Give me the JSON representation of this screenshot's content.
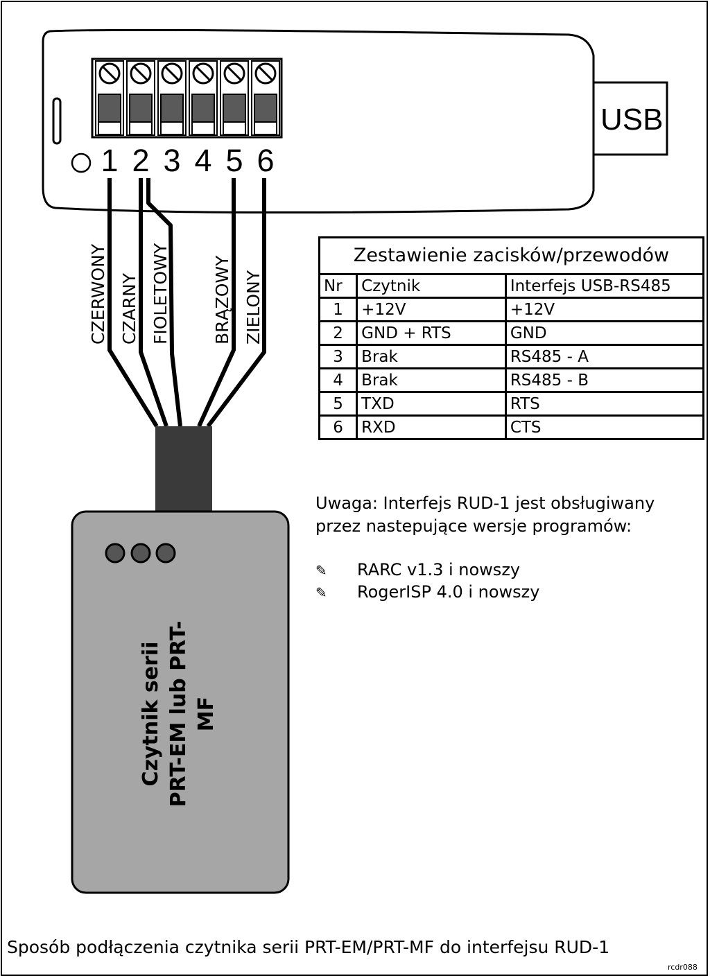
{
  "usb_label": "USB",
  "terminals": [
    "1",
    "2",
    "3",
    "4",
    "5",
    "6"
  ],
  "wire_labels": [
    "CZERWONY",
    "CZARNY",
    "FIOLETOWY",
    "BRĄZOWY",
    "ZIELONY"
  ],
  "reader_title": {
    "line1": "Czytnik serii",
    "line2": "PRT-EM lub PRT-MF"
  },
  "table": {
    "title": "Zestawienie zacisków/przewodów",
    "headers": [
      "Nr",
      "Czytnik",
      "Interfejs USB-RS485"
    ],
    "rows": [
      [
        "1",
        "+12V",
        "+12V"
      ],
      [
        "2",
        "GND + RTS",
        "GND"
      ],
      [
        "3",
        "Brak",
        "RS485 - A"
      ],
      [
        "4",
        "Brak",
        "RS485 - B"
      ],
      [
        "5",
        "TXD",
        "RTS"
      ],
      [
        "6",
        "RXD",
        "CTS"
      ]
    ]
  },
  "note": {
    "line1": "Uwaga: Interfejs RUD-1 jest obsługiwany",
    "line2": "przez nastepujące wersje programów:",
    "programs": [
      "RARC v1.3 i nowszy",
      "RogerISP 4.0 i nowszy"
    ]
  },
  "caption": "Sposób podłączenia czytnika serii PRT-EM/PRT-MF do interfejsu RUD-1",
  "code": "rcdr088",
  "colors": {
    "reader_body": "#a6a6a6",
    "cable_jacket": "#3a3a3a",
    "terminal_block": "#ffffff",
    "terminal_slot": "#5a5a5a",
    "led": "#555555"
  }
}
